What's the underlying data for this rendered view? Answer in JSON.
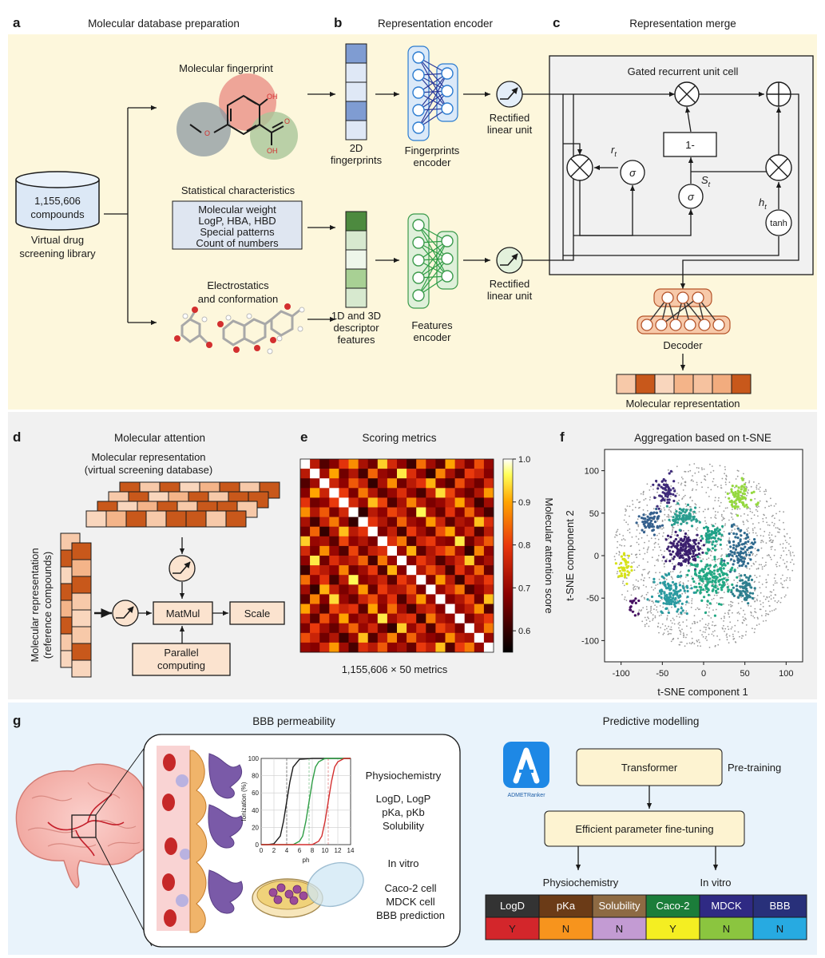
{
  "panels": {
    "a": {
      "letter": "a",
      "title": "Molecular database preparation",
      "db_count": "1,155,606",
      "db_unit": "compounds",
      "library_line1": "Virtual drug",
      "library_line2": "screening library",
      "fingerprint_title": "Molecular fingerprint",
      "stat_title": "Statistical characteristics",
      "stat_items": [
        "Molecular weight",
        "LogP, HBA, HBD",
        "Special patterns",
        "Count of numbers"
      ],
      "electro_line1": "Electrostatics",
      "electro_line2": "and conformation",
      "atom_oh1": "OH",
      "atom_o": "O",
      "atom_o2": "O",
      "atom_oh2": "OH"
    },
    "b": {
      "letter": "b",
      "title": "Representation encoder",
      "fp_label1": "2D",
      "fp_label2": "fingerprints",
      "fp_enc1": "Fingerprints",
      "fp_enc2": "encoder",
      "relu1_line1": "Rectified",
      "relu1_line2": "linear unit",
      "desc1": "1D and 3D",
      "desc2": "descriptor",
      "desc3": "features",
      "feat_enc1": "Features",
      "feat_enc2": "encoder",
      "relu2_line1": "Rectified",
      "relu2_line2": "linear unit"
    },
    "c": {
      "letter": "c",
      "title": "Representation merge",
      "gru_title": "Gated recurrent unit cell",
      "one_minus": "1-",
      "sigma": "σ",
      "tanh": "tanh",
      "r_t": "r",
      "s_t": "S",
      "h_t": "h",
      "sub_t": "t",
      "decoder": "Decoder",
      "mol_rep": "Molecular representation"
    },
    "d": {
      "letter": "d",
      "title": "Molecular attention",
      "rep_line1": "Molecular representation",
      "rep_line2": "(virtual screening database)",
      "side_line1": "Molecular representation",
      "side_line2": "(reference compounds)",
      "matmul": "MatMul",
      "scale": "Scale",
      "parallel1": "Parallel",
      "parallel2": "computing"
    },
    "e": {
      "letter": "e",
      "title": "Scoring metrics",
      "caption": "1,155,606 × 50 metrics",
      "colorbar_label": "Molecular attention score",
      "colorbar_ticks": [
        "1.0",
        "0.9",
        "0.8",
        "0.7",
        "0.6"
      ]
    },
    "f": {
      "letter": "f",
      "title": "Aggregation based on t-SNE"
    },
    "g": {
      "letter": "g",
      "bbb_title": "BBB permeability",
      "pred_title": "Predictive modelling",
      "physio_title": "Physiochemistry",
      "physio_items": [
        "LogD, LogP",
        "pKa, pKb",
        "Solubility"
      ],
      "invitro_title": "In vitro",
      "invitro_items": [
        "Caco-2 cell",
        "MDCK cell",
        "BBB prediction"
      ],
      "logo_text": "ADMETRanker",
      "transformer": "Transformer",
      "pretraining": "Pre-training",
      "finetune": "Efficient parameter fine-tuning",
      "out_physio": "Physiochemistry",
      "out_invitro": "In vitro",
      "ion_ylabel": "Ionization (%)",
      "ion_xlabel": "ph",
      "ion_xticks": [
        "0",
        "2",
        "4",
        "6",
        "8",
        "10",
        "12",
        "14"
      ],
      "ion_yticks": [
        "0",
        "20",
        "40",
        "60",
        "80",
        "100"
      ],
      "table_headers": [
        "LogD",
        "pKa",
        "Solubility",
        "Caco-2",
        "MDCK",
        "BBB"
      ],
      "table_values": [
        "Y",
        "N",
        "N",
        "Y",
        "N",
        "N"
      ],
      "header_colors": [
        "#333333",
        "#6b3b17",
        "#8d6a43",
        "#1b7d3a",
        "#2f2a84",
        "#28307a"
      ],
      "value_colors": [
        "#d3262b",
        "#f7941d",
        "#c39bd3",
        "#f4ee22",
        "#8bc53f",
        "#27aae1"
      ]
    }
  },
  "chart_data": [
    {
      "type": "heatmap",
      "title": "Scoring metrics",
      "caption": "1,155,606 × 50 metrics",
      "colorbar": {
        "label": "Molecular attention score",
        "range": [
          0.55,
          1.0
        ],
        "ticks": [
          0.6,
          0.7,
          0.8,
          0.9,
          1.0
        ]
      },
      "values": [
        [
          1.0,
          0.74,
          0.63,
          0.68,
          0.79,
          0.88,
          0.72,
          0.66,
          0.93,
          0.77,
          0.69,
          0.61,
          0.85,
          0.71,
          0.64,
          0.9,
          0.75,
          0.67,
          0.82,
          0.7
        ],
        [
          0.74,
          1.0,
          0.71,
          0.9,
          0.66,
          0.73,
          0.62,
          0.84,
          0.7,
          0.67,
          0.95,
          0.78,
          0.69,
          0.6,
          0.87,
          0.72,
          0.64,
          0.8,
          0.76,
          0.68
        ],
        [
          0.63,
          0.71,
          1.0,
          0.76,
          0.69,
          0.83,
          0.75,
          0.6,
          0.72,
          0.88,
          0.66,
          0.74,
          0.79,
          0.91,
          0.68,
          0.63,
          0.82,
          0.71,
          0.66,
          0.77
        ],
        [
          0.68,
          0.9,
          0.76,
          1.0,
          0.8,
          0.67,
          0.86,
          0.73,
          0.64,
          0.7,
          0.78,
          0.69,
          0.62,
          0.75,
          0.94,
          0.81,
          0.7,
          0.65,
          0.73,
          0.89
        ],
        [
          0.79,
          0.66,
          0.69,
          0.8,
          1.0,
          0.77,
          0.7,
          0.92,
          0.81,
          0.63,
          0.72,
          0.87,
          0.74,
          0.67,
          0.7,
          0.76,
          0.9,
          0.73,
          0.61,
          0.71
        ],
        [
          0.88,
          0.73,
          0.83,
          0.67,
          0.77,
          1.0,
          0.6,
          0.74,
          0.69,
          0.81,
          0.75,
          0.66,
          0.96,
          0.72,
          0.65,
          0.79,
          0.68,
          0.84,
          0.7,
          0.62
        ],
        [
          0.72,
          0.62,
          0.75,
          0.86,
          0.7,
          0.6,
          1.0,
          0.79,
          0.73,
          0.66,
          0.84,
          0.71,
          0.68,
          0.89,
          0.76,
          0.64,
          0.73,
          0.7,
          0.92,
          0.78
        ],
        [
          0.66,
          0.84,
          0.6,
          0.73,
          0.92,
          0.74,
          0.79,
          1.0,
          0.67,
          0.75,
          0.62,
          0.8,
          0.71,
          0.65,
          0.82,
          0.9,
          0.69,
          0.77,
          0.63,
          0.74
        ],
        [
          0.93,
          0.7,
          0.72,
          0.64,
          0.81,
          0.69,
          0.73,
          0.67,
          1.0,
          0.78,
          0.86,
          0.63,
          0.76,
          0.8,
          0.7,
          0.68,
          0.95,
          0.66,
          0.74,
          0.83
        ],
        [
          0.77,
          0.67,
          0.88,
          0.7,
          0.63,
          0.81,
          0.66,
          0.75,
          0.78,
          1.0,
          0.7,
          0.91,
          0.64,
          0.73,
          0.79,
          0.85,
          0.71,
          0.6,
          0.87,
          0.69
        ],
        [
          0.69,
          0.95,
          0.66,
          0.78,
          0.72,
          0.75,
          0.84,
          0.62,
          0.86,
          0.7,
          1.0,
          0.68,
          0.8,
          0.74,
          0.63,
          0.71,
          0.77,
          0.93,
          0.67,
          0.72
        ],
        [
          0.61,
          0.78,
          0.74,
          0.69,
          0.87,
          0.66,
          0.71,
          0.8,
          0.63,
          0.91,
          0.68,
          1.0,
          0.73,
          0.82,
          0.75,
          0.62,
          0.79,
          0.7,
          0.84,
          0.65
        ],
        [
          0.85,
          0.69,
          0.79,
          0.62,
          0.74,
          0.96,
          0.68,
          0.71,
          0.76,
          0.64,
          0.8,
          0.73,
          1.0,
          0.67,
          0.89,
          0.74,
          0.61,
          0.78,
          0.72,
          0.8
        ],
        [
          0.71,
          0.6,
          0.91,
          0.75,
          0.67,
          0.72,
          0.89,
          0.65,
          0.8,
          0.73,
          0.74,
          0.82,
          0.67,
          1.0,
          0.7,
          0.77,
          0.86,
          0.63,
          0.69,
          0.75
        ],
        [
          0.64,
          0.87,
          0.68,
          0.94,
          0.7,
          0.65,
          0.76,
          0.82,
          0.7,
          0.79,
          0.63,
          0.75,
          0.89,
          0.7,
          1.0,
          0.68,
          0.73,
          0.81,
          0.66,
          0.92
        ],
        [
          0.9,
          0.72,
          0.63,
          0.81,
          0.76,
          0.79,
          0.64,
          0.9,
          0.68,
          0.85,
          0.71,
          0.62,
          0.74,
          0.77,
          0.68,
          1.0,
          0.7,
          0.75,
          0.88,
          0.63
        ],
        [
          0.75,
          0.64,
          0.82,
          0.7,
          0.9,
          0.68,
          0.73,
          0.69,
          0.95,
          0.71,
          0.77,
          0.79,
          0.61,
          0.86,
          0.73,
          0.7,
          1.0,
          0.67,
          0.74,
          0.8
        ],
        [
          0.67,
          0.8,
          0.71,
          0.65,
          0.73,
          0.84,
          0.7,
          0.77,
          0.66,
          0.6,
          0.93,
          0.7,
          0.78,
          0.63,
          0.81,
          0.75,
          0.67,
          1.0,
          0.72,
          0.86
        ],
        [
          0.82,
          0.76,
          0.66,
          0.73,
          0.61,
          0.7,
          0.92,
          0.63,
          0.74,
          0.87,
          0.67,
          0.84,
          0.72,
          0.69,
          0.66,
          0.88,
          0.74,
          0.72,
          1.0,
          0.7
        ],
        [
          0.7,
          0.68,
          0.77,
          0.89,
          0.71,
          0.62,
          0.78,
          0.74,
          0.83,
          0.69,
          0.72,
          0.65,
          0.8,
          0.75,
          0.92,
          0.63,
          0.8,
          0.86,
          0.7,
          1.0
        ]
      ]
    },
    {
      "type": "scatter",
      "title": "Aggregation based on t-SNE",
      "xlabel": "t-SNE component 1",
      "ylabel": "t-SNE component 2",
      "xlim": [
        -120,
        120
      ],
      "ylim": [
        -125,
        125
      ],
      "xticks": [
        -100,
        -50,
        0,
        50,
        100
      ],
      "yticks": [
        100,
        50,
        0,
        -50,
        -100
      ],
      "background": {
        "color": "#9a9a9a",
        "center": [
          0,
          0
        ],
        "radius": 110
      },
      "clusters": [
        {
          "color": "#3b1f6e",
          "center": [
            -25,
            8
          ],
          "spread": [
            16,
            15
          ],
          "n": 160
        },
        {
          "color": "#3e2a7a",
          "center": [
            -45,
            75
          ],
          "spread": [
            12,
            14
          ],
          "n": 60
        },
        {
          "color": "#35608d",
          "center": [
            -65,
            40
          ],
          "spread": [
            12,
            12
          ],
          "n": 60
        },
        {
          "color": "#2a9d8f",
          "center": [
            -25,
            45
          ],
          "spread": [
            16,
            9
          ],
          "n": 80
        },
        {
          "color": "#2f6a8e",
          "center": [
            45,
            8
          ],
          "spread": [
            13,
            20
          ],
          "n": 100
        },
        {
          "color": "#23a884",
          "center": [
            10,
            -25
          ],
          "spread": [
            20,
            24
          ],
          "n": 180
        },
        {
          "color": "#2a9aa0",
          "center": [
            -40,
            -45
          ],
          "spread": [
            18,
            18
          ],
          "n": 130
        },
        {
          "color": "#2e7f8e",
          "center": [
            50,
            -40
          ],
          "spread": [
            13,
            13
          ],
          "n": 70
        },
        {
          "color": "#1fa187",
          "center": [
            12,
            25
          ],
          "spread": [
            10,
            10
          ],
          "n": 60
        },
        {
          "color": "#95d840",
          "center": [
            45,
            70
          ],
          "spread": [
            12,
            13
          ],
          "n": 80
        },
        {
          "color": "#d7e219",
          "center": [
            -95,
            -15
          ],
          "spread": [
            7,
            14
          ],
          "n": 40
        },
        {
          "color": "#471063",
          "center": [
            -85,
            -60
          ],
          "spread": [
            6,
            8
          ],
          "n": 15
        }
      ]
    },
    {
      "type": "line",
      "xlabel": "ph",
      "ylabel": "Ionization (%)",
      "xlim": [
        0,
        14
      ],
      "ylim": [
        0,
        100
      ],
      "series": [
        {
          "color": "#1a1a1a",
          "midpoint": 4,
          "values_x": [
            0,
            1,
            2,
            3,
            3.5,
            4,
            4.5,
            5,
            6,
            8,
            14
          ],
          "values_y": [
            0,
            0,
            1,
            10,
            27,
            50,
            73,
            90,
            99,
            100,
            100
          ]
        },
        {
          "color": "#2e9e45",
          "midpoint": 7.5,
          "values_x": [
            0,
            4,
            5,
            6,
            6.5,
            7,
            7.5,
            8,
            8.5,
            9,
            10,
            14
          ],
          "values_y": [
            0,
            0,
            0,
            4,
            10,
            27,
            50,
            73,
            90,
            96,
            100,
            100
          ]
        },
        {
          "color": "#d32f2f",
          "midpoint": 10.5,
          "values_x": [
            0,
            7,
            8,
            9,
            9.5,
            10,
            10.5,
            11,
            11.5,
            12,
            13,
            14
          ],
          "values_y": [
            0,
            0,
            0,
            4,
            10,
            27,
            50,
            73,
            90,
            96,
            100,
            100
          ]
        }
      ]
    }
  ]
}
